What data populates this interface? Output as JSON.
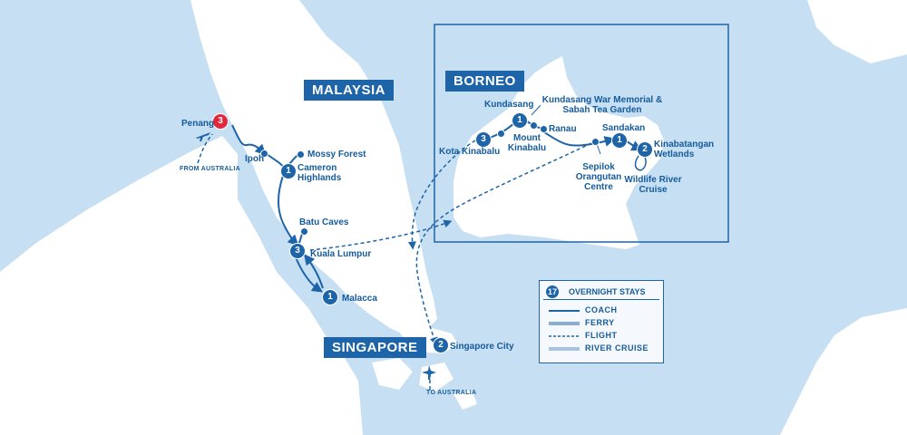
{
  "countries": {
    "malaysia": "MALAYSIA",
    "borneo": "BORNEO",
    "singapore": "SINGAPORE"
  },
  "places": {
    "penang": "Penang",
    "from_australia": "FROM AUSTRALIA",
    "ipoh": "Ipoh",
    "mossy_forest": "Mossy Forest",
    "cameron_highlands": "Cameron Highlands",
    "batu_caves": "Batu Caves",
    "kuala_lumpur": "Kuala Lumpur",
    "malacca": "Malacca",
    "singapore_city": "Singapore City",
    "to_australia": "TO AUSTRALIA",
    "kota_kinabalu": "Kota Kinabalu",
    "kundasang": "Kundasang",
    "kundasang_memorial": "Kundasang War Memorial & Sabah Tea Garden",
    "mount_kinabalu": "Mount Kinabalu",
    "ranau": "Ranau",
    "sandakan": "Sandakan",
    "sepilok": "Sepilok Orangutan Centre",
    "kinabatangan": "Kinabatangan Wetlands",
    "wildlife_river_cruise": "Wildlife River Cruise"
  },
  "stays": {
    "penang": "3",
    "cameron_highlands": "1",
    "kuala_lumpur": "3",
    "malacca": "1",
    "singapore_city": "2",
    "kota_kinabalu": "3",
    "kundasang": "1",
    "sandakan": "1",
    "kinabatangan": "2"
  },
  "legend": {
    "total": "17",
    "overnight_stays": "OVERNIGHT STAYS",
    "coach": "COACH",
    "ferry": "FERRY",
    "flight": "FLIGHT",
    "river_cruise": "RIVER CRUISE"
  },
  "colors": {
    "sea": "#c6dff2",
    "land": "#ffffff",
    "route": "#1e64a8",
    "start_badge": "#e0283a"
  }
}
